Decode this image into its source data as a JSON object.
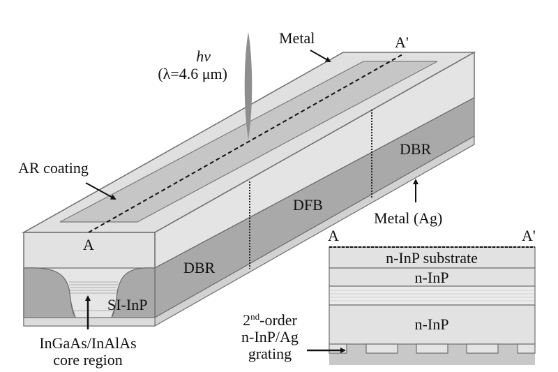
{
  "figure": {
    "photon": {
      "symbol": "hv",
      "wavelength": "(λ=4.6 μm)"
    },
    "labels": {
      "metal_top": "Metal",
      "metal_bottom": "Metal (Ag)",
      "ar_coating": "AR coating",
      "point_a": "A",
      "point_a_prime": "A'",
      "dbr_front": "DBR",
      "dfb": "DFB",
      "dbr_back": "DBR",
      "si_inp": "SI-InP",
      "core_line1": "InGaAs/InAlAs",
      "core_line2": "core region",
      "grating_sup": "nd",
      "grating_line1_num": "2",
      "grating_line1_rest": "-order",
      "grating_line2": "n-InP/Ag",
      "grating_line3": "grating"
    },
    "cross_section": {
      "left_label": "A",
      "right_label": "A'",
      "layers": [
        "n-InP substrate",
        "n-InP",
        "",
        "n-InP"
      ],
      "grating_teeth": 5
    },
    "colors": {
      "light": "#e2e2e2",
      "mid": "#c9c9c9",
      "dark": "#a8a8a8",
      "edge": "#6e6e6e",
      "beam": "#8e8e8e"
    }
  }
}
